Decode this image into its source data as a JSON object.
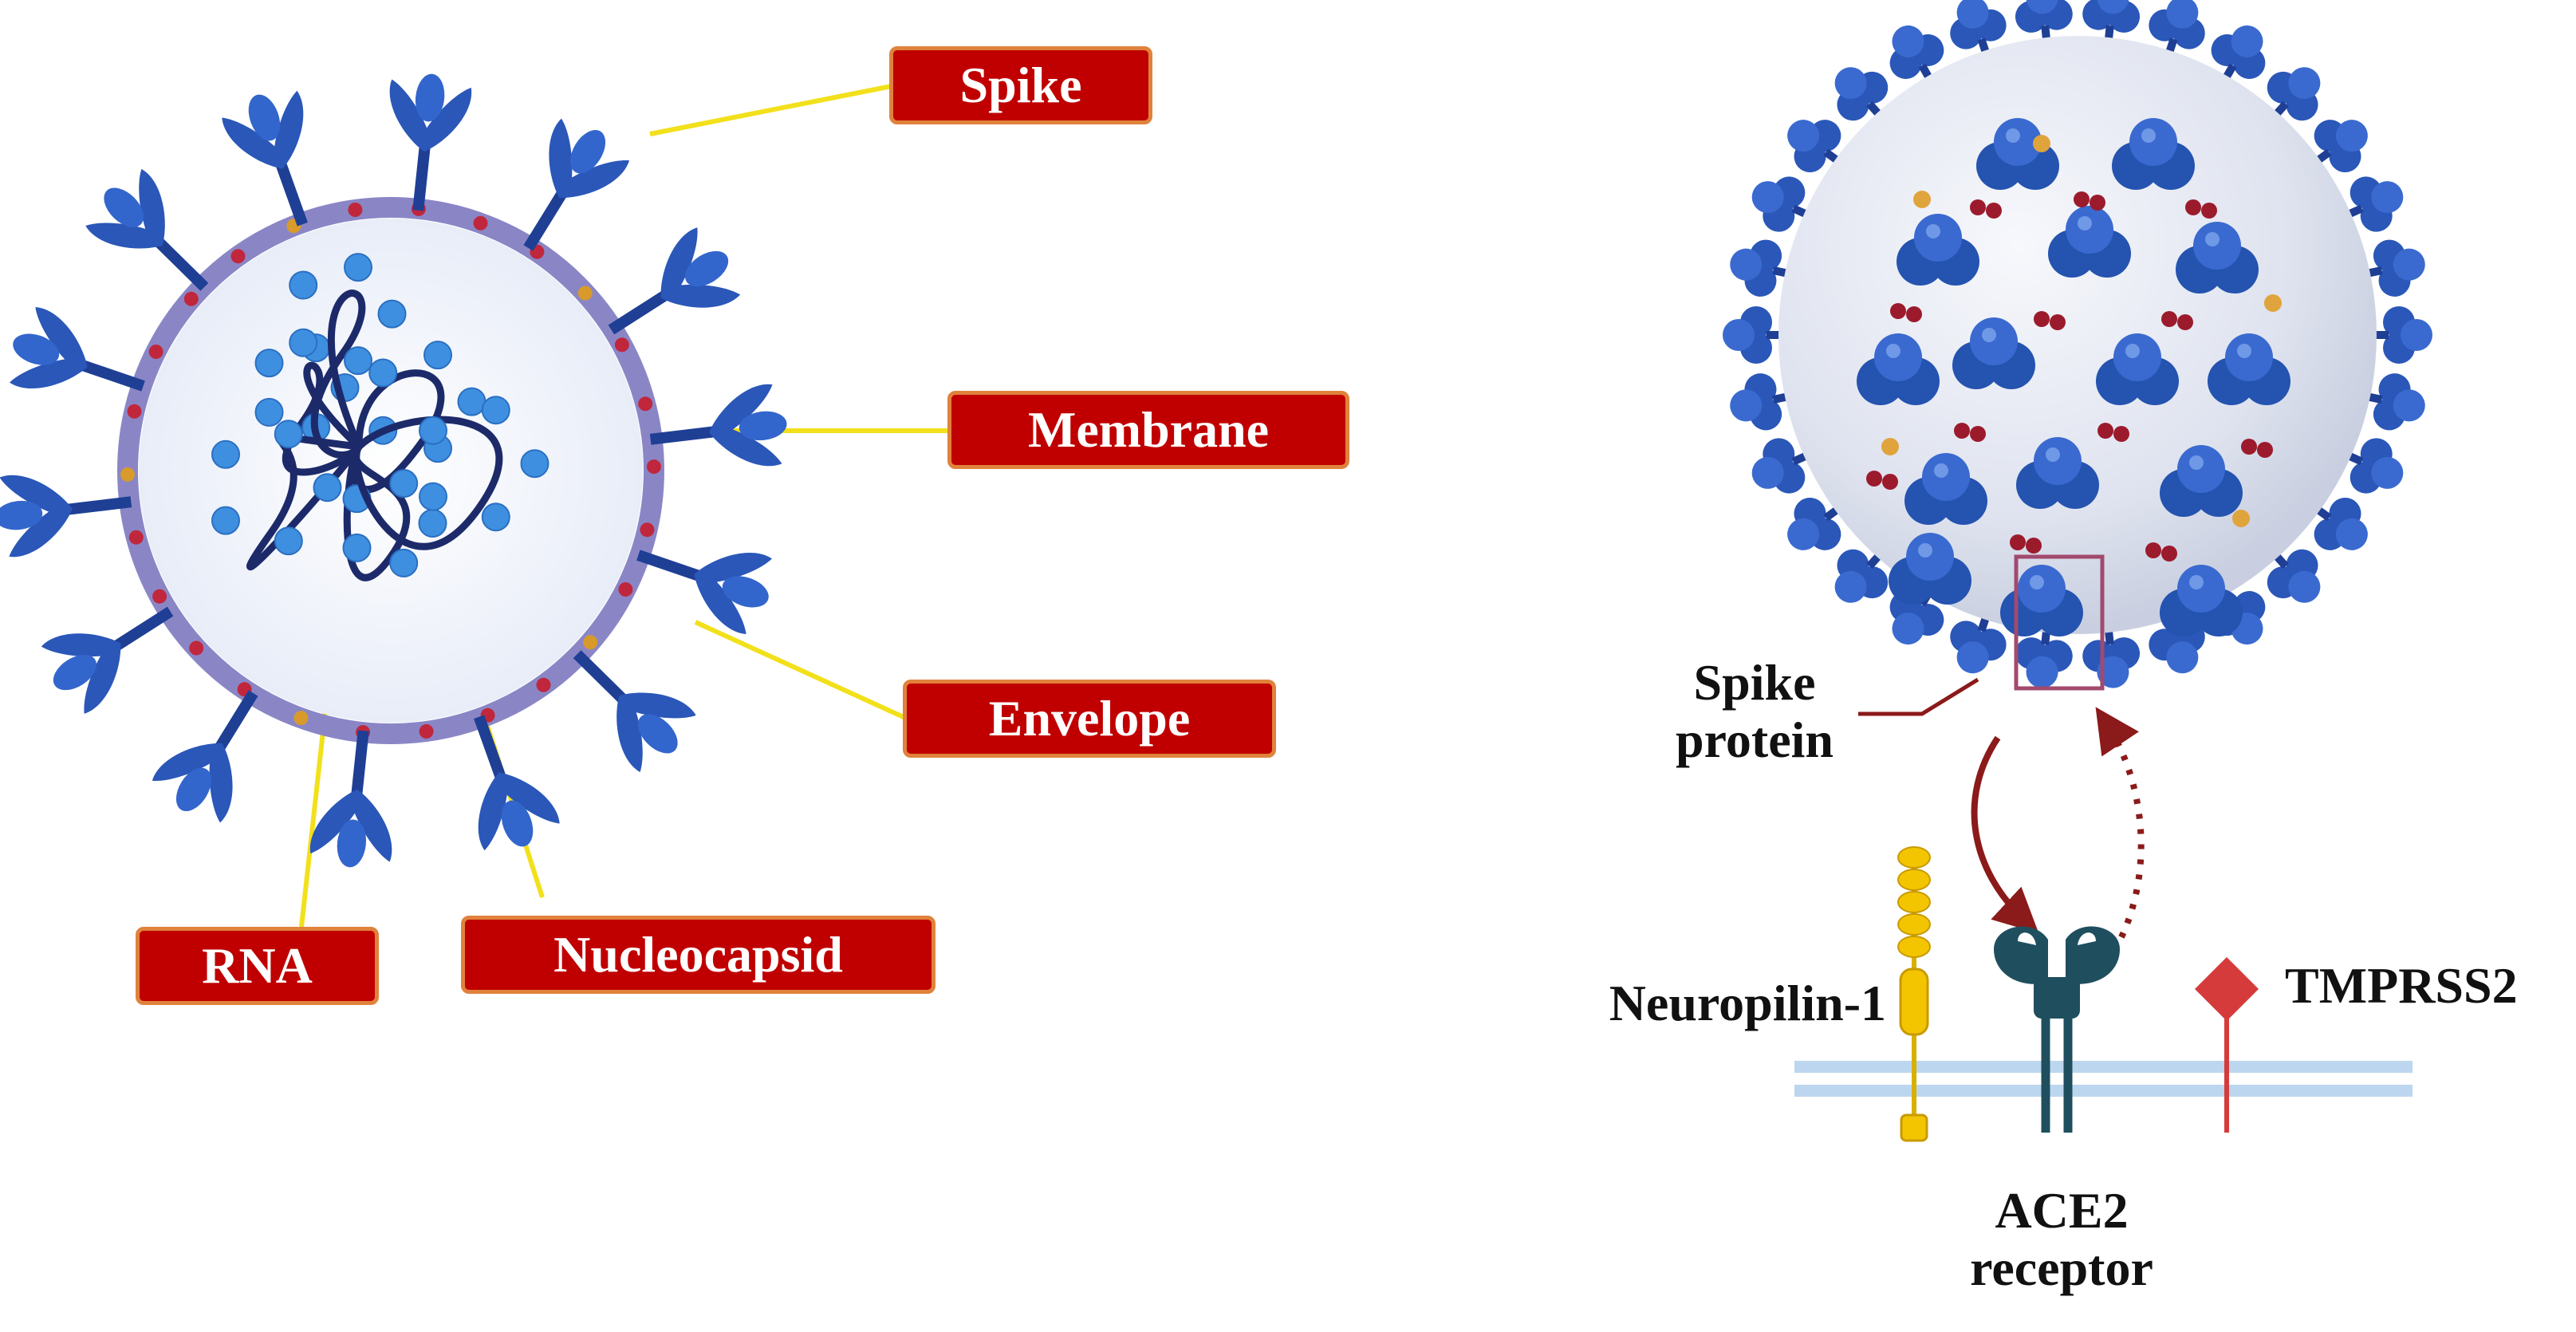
{
  "left_labels": {
    "spike": "Spike",
    "membrane": "Membrane",
    "envelope": "Envelope",
    "rna": "RNA",
    "nucleocapsid": "Nucleocapsid"
  },
  "right_labels": {
    "spike_protein_line1": "Spike",
    "spike_protein_line2": "protein",
    "neuropilin": "Neuropilin-1",
    "tmprss2": "TMPRSS2",
    "ace2_line1": "ACE2",
    "ace2_line2": "receptor"
  },
  "colors": {
    "label_fill": "#c00000",
    "label_border": "#e0823c",
    "leader_line": "#f2e01b",
    "spike_blue": "#2a57b8",
    "membrane_purple": "#8a86c6",
    "rna_strand": "#1d2a6a",
    "rna_bead": "#3f8fe0",
    "arrow_dark_red": "#8b1a1a",
    "ace2_teal": "#1f4f5e",
    "neuropilin_yellow": "#f2c500",
    "tmprss2_red": "#d63b3b",
    "cell_membrane": "#bcd6ef"
  }
}
